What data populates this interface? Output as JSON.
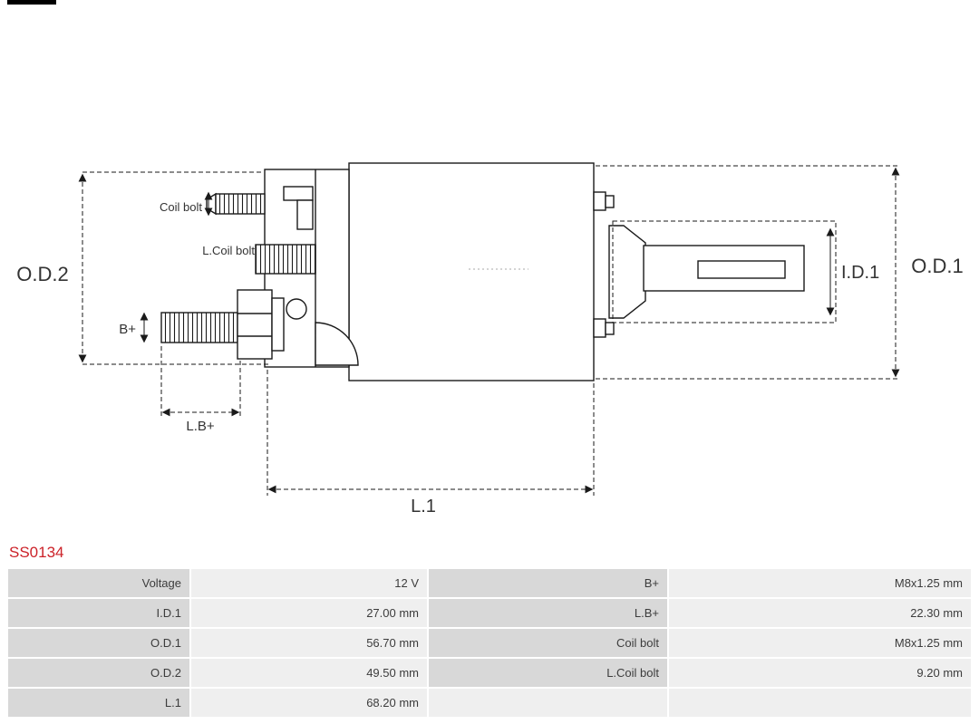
{
  "part_number": "SS0134",
  "colors": {
    "part_number_red": "#cc2229",
    "table_label_bg": "#d8d8d8",
    "table_value_bg": "#efefef",
    "drawing_line": "#1a1a1a"
  },
  "diagram": {
    "labels": {
      "od2": "O.D.2",
      "od1": "O.D.1",
      "id1": "I.D.1",
      "coil_bolt": "Coil bolt",
      "l_coil_bolt": "L.Coil bolt",
      "b_plus": "B+",
      "l_b_plus": "L.B+",
      "l1": "L.1"
    }
  },
  "table": {
    "rows": [
      {
        "c0": "Voltage",
        "c1": "12 V",
        "c2": "B+",
        "c3": "M8x1.25 mm"
      },
      {
        "c0": "I.D.1",
        "c1": "27.00 mm",
        "c2": "L.B+",
        "c3": "22.30 mm"
      },
      {
        "c0": "O.D.1",
        "c1": "56.70 mm",
        "c2": "Coil bolt",
        "c3": "M8x1.25 mm"
      },
      {
        "c0": "O.D.2",
        "c1": "49.50 mm",
        "c2": "L.Coil bolt",
        "c3": "9.20 mm"
      },
      {
        "c0": "L.1",
        "c1": "68.20 mm",
        "c2": "",
        "c3": ""
      }
    ]
  }
}
